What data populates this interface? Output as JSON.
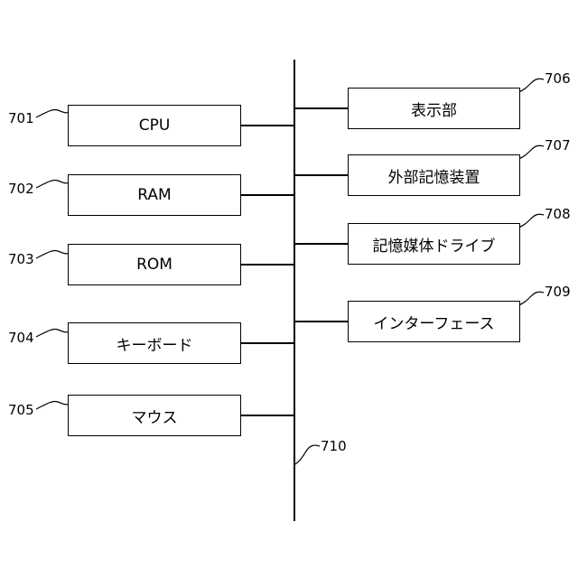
{
  "diagram": {
    "bus_label": "710",
    "left_components": [
      {
        "ref": "701",
        "label": "CPU"
      },
      {
        "ref": "702",
        "label": "RAM"
      },
      {
        "ref": "703",
        "label": "ROM"
      },
      {
        "ref": "704",
        "label": "キーボード"
      },
      {
        "ref": "705",
        "label": "マウス"
      }
    ],
    "right_components": [
      {
        "ref": "706",
        "label": "表示部"
      },
      {
        "ref": "707",
        "label": "外部記憶装置"
      },
      {
        "ref": "708",
        "label": "記憶媒体ドライブ"
      },
      {
        "ref": "709",
        "label": "インターフェース"
      }
    ]
  }
}
